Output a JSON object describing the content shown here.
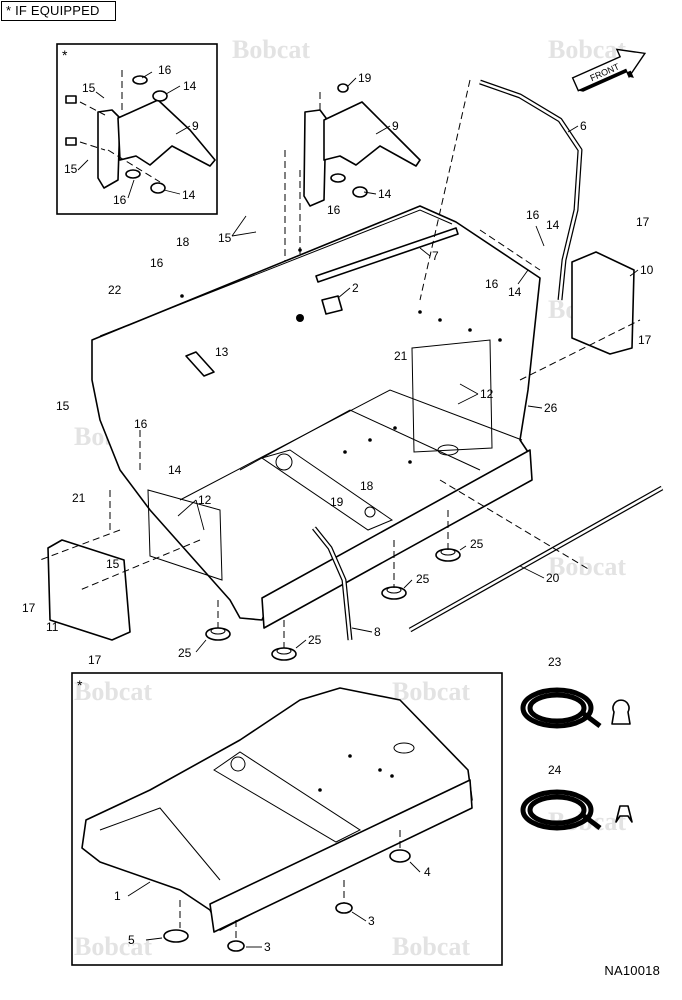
{
  "header": {
    "equipped_note": "* IF EQUIPPED"
  },
  "drawing_number": "NA10018",
  "front_arrow_label": "FRONT",
  "inset_marker": "*",
  "watermark_text": "Bobcat",
  "part_callouts": [
    "1",
    "2",
    "3",
    "4",
    "5",
    "6",
    "7",
    "8",
    "9",
    "10",
    "11",
    "12",
    "13",
    "14",
    "15",
    "16",
    "17",
    "18",
    "19",
    "20",
    "21",
    "22",
    "23",
    "24",
    "25",
    "26"
  ],
  "colors": {
    "line": "#000000",
    "watermark": "#e3e3e3",
    "background": "#ffffff"
  }
}
